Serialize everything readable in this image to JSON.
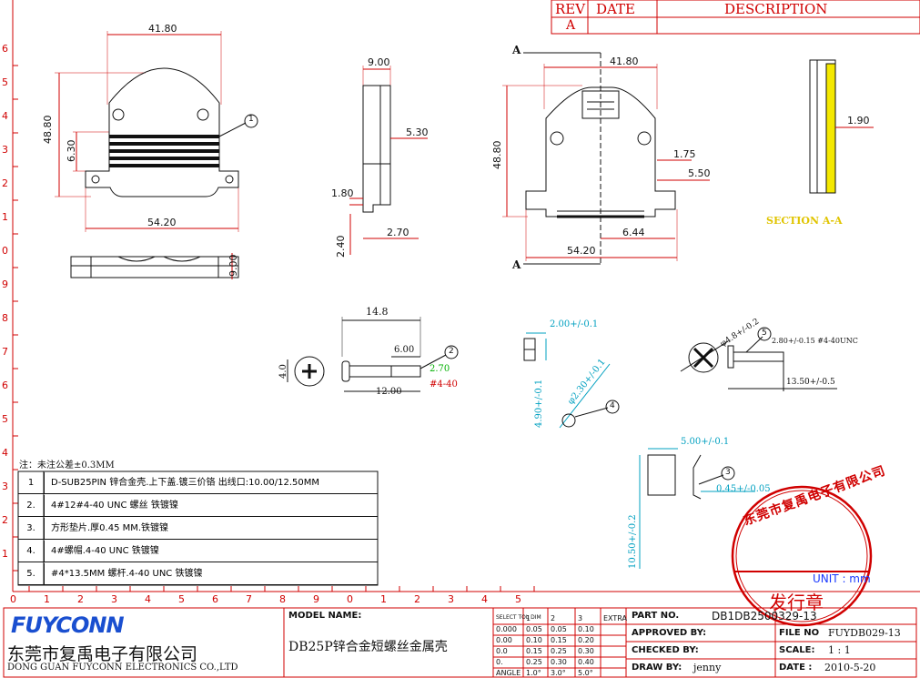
{
  "revision_block": {
    "rev_header": "REV",
    "date_header": "DATE",
    "description_header": "DESCRIPTION",
    "rev_value": "A"
  },
  "ruler": {
    "left_ticks": [
      "6",
      "5",
      "4",
      "3",
      "2",
      "1",
      "0",
      "9",
      "8",
      "7",
      "6",
      "5",
      "4",
      "3",
      "2",
      "1"
    ],
    "bottom_ticks": [
      "0",
      "1",
      "2",
      "3",
      "4",
      "5",
      "6",
      "7",
      "8",
      "9",
      "0",
      "1",
      "2",
      "3",
      "4",
      "5"
    ]
  },
  "front_view": {
    "width_top": "41.80",
    "height": "48.80",
    "inner_height": "6.30",
    "width_bottom": "54.20",
    "bottom_height": "9.00",
    "balloon": "1"
  },
  "side_view": {
    "top_width": "9.00",
    "dim_a": "5.30",
    "dim_b": "1.80",
    "dim_c": "2.70",
    "dim_d": "2.40"
  },
  "cover_view": {
    "section_mark": "A",
    "width_top": "41.80",
    "height": "48.80",
    "dim_a": "1.75",
    "dim_b": "5.50",
    "width_bottom": "54.20",
    "dim_c": "6.44"
  },
  "section_view": {
    "dim": "1.90",
    "label": "SECTION    A-A"
  },
  "screw_view": {
    "length": "14.8",
    "head_height": "4.0",
    "thread_len": "6.00",
    "shank_len": "12.00",
    "balloon": "2",
    "thread_dia": "2.70",
    "thread_spec": "#4-40"
  },
  "square_nut": {
    "width": "2.00+/-0.1",
    "height": "4.90+/-0.1",
    "diag": "φ2.30+/-0.1",
    "balloon": "4"
  },
  "screw2": {
    "head_dia": "φ4.8+/-0.2",
    "balloon": "5",
    "thread": "2.80+/-0.15 #4-40UNC",
    "length": "13.50+/-0.5"
  },
  "washer": {
    "width": "5.00+/-0.1",
    "height": "10.50+/-0.2",
    "thickness": "0.45+/-0.05",
    "balloon": "3"
  },
  "notes": {
    "tolerance": "注：未注公差±0.3MM"
  },
  "bom": [
    {
      "no": "1",
      "desc": "D-SUB25PIN 锌合金壳.上下盖.镀三价铬    出线口:10.00/12.50MM"
    },
    {
      "no": "2.",
      "desc": "4#12#4-40 UNC 螺丝 铁镀镍"
    },
    {
      "no": "3.",
      "desc": "方形垫片.厚0.45 MM.铁镀镍"
    },
    {
      "no": "4.",
      "desc": "4#螺帽.4-40 UNC 铁镀镍"
    },
    {
      "no": "5.",
      "desc": "#4*13.5MM 螺杆.4-40 UNC 铁镀镍"
    }
  ],
  "stamp": {
    "company": "东莞市复禹电子有限公司",
    "center": "发行章",
    "unit": "UNIT : mm"
  },
  "title_block": {
    "logo": "FUYCONN",
    "company_cn": "东莞市复禹电子有限公司",
    "company_en": "DONG GUAN FUYCONN ELECTRONICS CO.,LTD",
    "model_label": "MODEL NAME:",
    "model_name": "DB25P锌合金短螺丝金属壳",
    "tol_headers": [
      "SELECT TOL DIM",
      "1",
      "2",
      "3",
      "EXTRA"
    ],
    "tol_rows": [
      [
        "0.000",
        "0.05",
        "0.05",
        "0.10"
      ],
      [
        "0.00",
        "0.10",
        "0.15",
        "0.20"
      ],
      [
        "0.0",
        "0.15",
        "0.25",
        "0.30"
      ],
      [
        "0.",
        "0.25",
        "0.30",
        "0.40"
      ],
      [
        "ANGLE",
        "1.0°",
        "3.0°",
        "5.0°"
      ]
    ],
    "part_no_label": "PART NO.",
    "part_no": "DB1DB2500329-13",
    "approved_label": "APPROVED BY:",
    "file_no_label": "FILE NO",
    "file_no": "FUYDB029-13",
    "checked_label": "CHECKED BY:",
    "scale_label": "SCALE:",
    "scale": "1 : 1",
    "draw_label": "DRAW BY:",
    "draw_by": "jenny",
    "date_label": "DATE :",
    "date": "2010-5-20"
  }
}
